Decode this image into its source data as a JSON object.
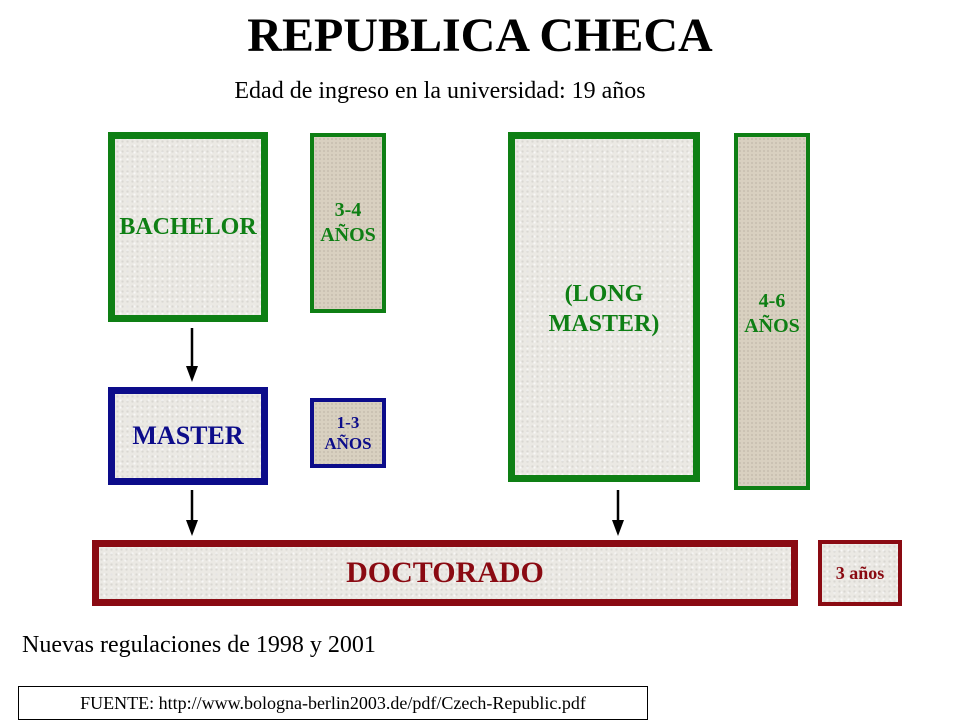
{
  "title": "REPUBLICA CHECA",
  "subtitle": "Edad de ingreso en la universidad: 19 años",
  "boxes": {
    "bachelor": "BACHELOR",
    "bachelor_years": "3-4\nAÑOS",
    "master": "MASTER",
    "master_years": "1-3\nAÑOS",
    "long_master": "(LONG\nMASTER)",
    "long_master_years": "4-6\nAÑOS",
    "doctorado": "DOCTORADO",
    "doctorado_years": "3 años"
  },
  "colors": {
    "bachelor_border": "#0e7f14",
    "master_border": "#0c0c8a",
    "doctorado_border": "#8a0a12"
  },
  "footer": "Nuevas regulaciones de 1998 y 2001",
  "source": "FUENTE: http://www.bologna-berlin2003.de/pdf/Czech-Republic.pdf"
}
